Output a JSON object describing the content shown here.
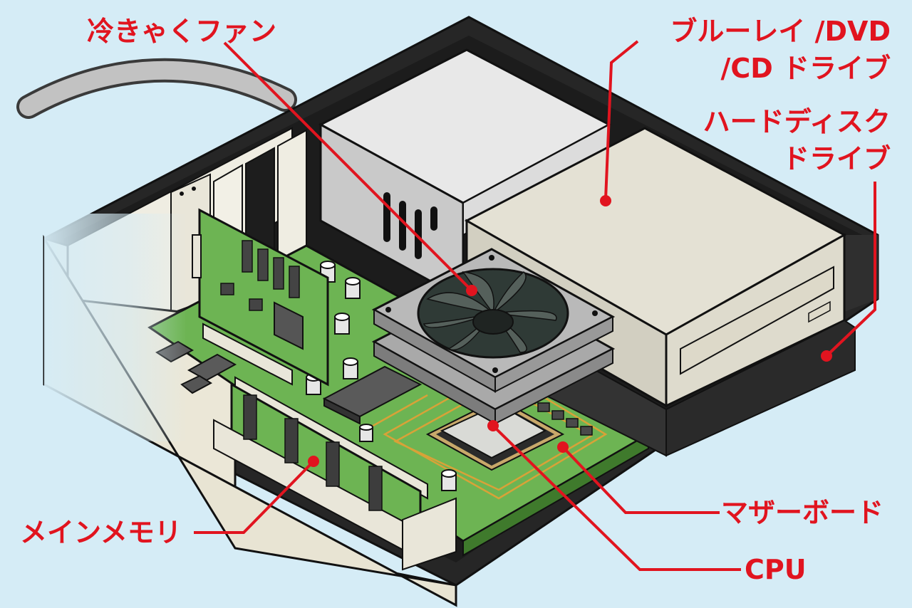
{
  "labels": {
    "cooling_fan": "冷きゃくファン",
    "optical_drive_line1": "ブルーレイ /DVD",
    "optical_drive_line2": "/CD ドライブ",
    "hard_disk_line1": "ハードディスク",
    "hard_disk_line2": "ドライブ",
    "main_memory": "メインメモリ",
    "motherboard": "マザーボード",
    "cpu": "CPU"
  },
  "colors": {
    "background": "#d5ecf6",
    "label": "#e1141f",
    "leader_line": "#e1141f",
    "case_interior": "#1e1e1e",
    "case_panel": "#e9e6d9",
    "board": "#69b24f",
    "drive": "#e4e1d4"
  }
}
